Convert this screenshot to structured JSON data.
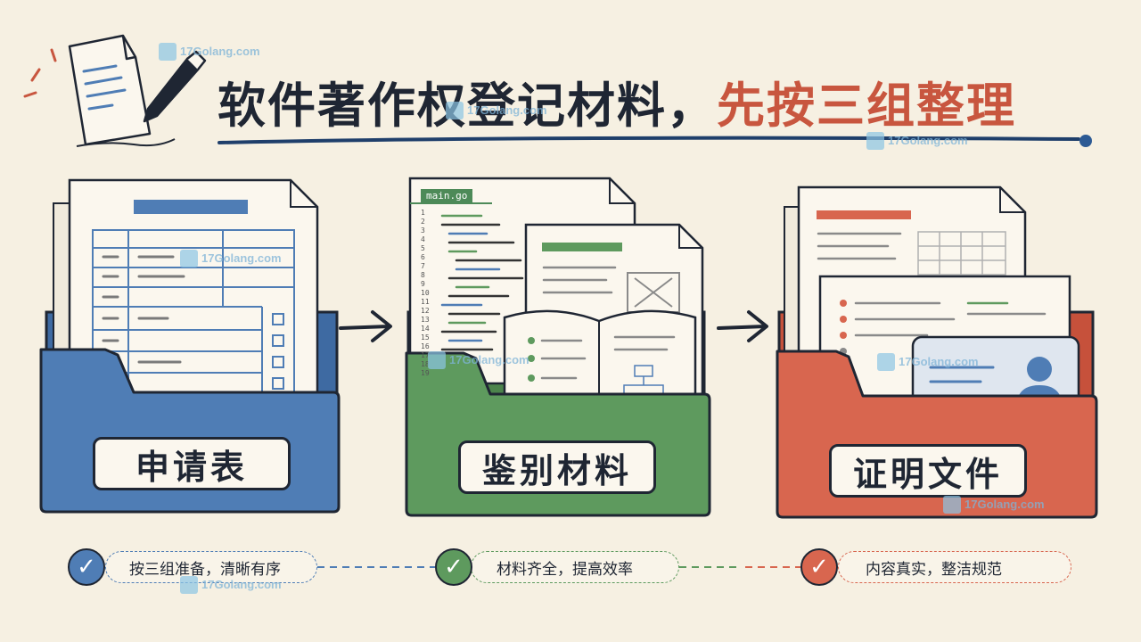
{
  "title": {
    "main": "软件著作权登记材料，",
    "accent": "先按三组整理"
  },
  "colors": {
    "ink": "#1f2633",
    "blue": "#4f7db5",
    "green": "#5e9a5e",
    "red": "#d8664f",
    "accent": "#c8563f",
    "paper": "#fbf7ee"
  },
  "groups": [
    {
      "label": "申请表",
      "color": "#4f7db5",
      "icon": "application-form-icon"
    },
    {
      "label": "鉴别材料",
      "color": "#5e9a5e",
      "icon": "source-code-document-icon"
    },
    {
      "label": "证明文件",
      "color": "#d8664f",
      "icon": "id-certificate-icon"
    }
  ],
  "code_file": {
    "name": "main.go",
    "line_numbers": [
      "1",
      "2",
      "3",
      "4",
      "5",
      "6",
      "7",
      "8",
      "9",
      "10",
      "11",
      "12",
      "13",
      "14",
      "15",
      "16",
      "17",
      "18",
      "19"
    ]
  },
  "notes": [
    {
      "text": "按三组准备，清晰有序",
      "icon": "check-icon"
    },
    {
      "text": "材料齐全，提高效率",
      "icon": "check-icon"
    },
    {
      "text": "内容真实，整洁规范",
      "icon": "check-icon"
    }
  ],
  "watermark": {
    "text": "17Golang.com"
  }
}
